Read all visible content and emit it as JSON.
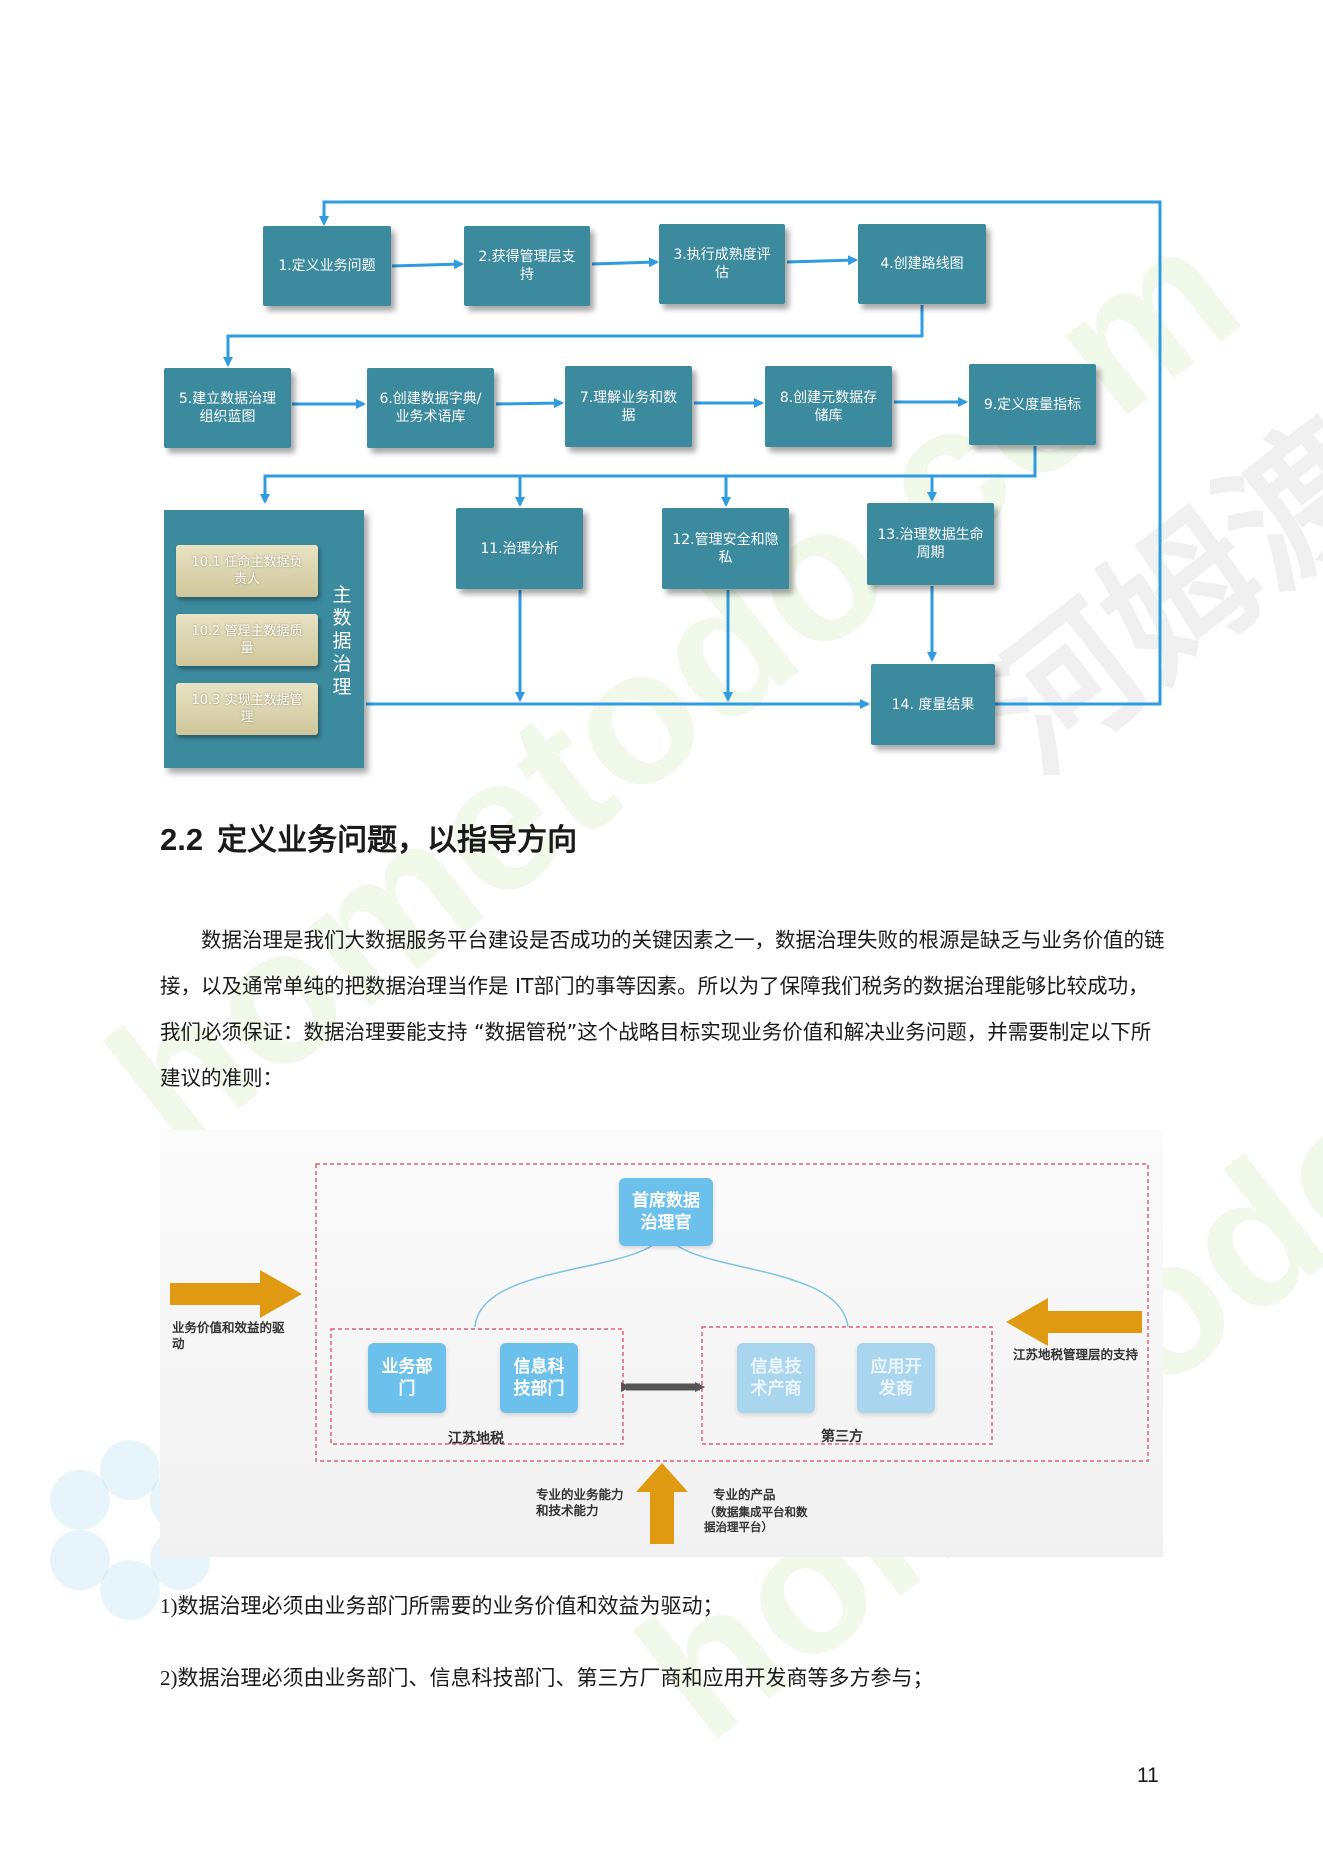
{
  "flowchart": {
    "steps": [
      {
        "id": "s1",
        "label": "1.定义业务问题"
      },
      {
        "id": "s2",
        "label": "2.获得管理层支持"
      },
      {
        "id": "s3",
        "label": "3.执行成熟度评估"
      },
      {
        "id": "s4",
        "label": "4.创建路线图"
      },
      {
        "id": "s5",
        "label": "5.建立数据治理组织蓝图"
      },
      {
        "id": "s6",
        "label": "6.创建数据字典/业务术语库"
      },
      {
        "id": "s7",
        "label": "7.理解业务和数据"
      },
      {
        "id": "s8",
        "label": "8.创建元数据存储库"
      },
      {
        "id": "s9",
        "label": "9.定义度量指标"
      },
      {
        "id": "s11",
        "label": "11.治理分析"
      },
      {
        "id": "s12",
        "label": "12.管理安全和隐私"
      },
      {
        "id": "s13",
        "label": "13.治理数据生命周期"
      },
      {
        "id": "s14",
        "label": "14. 度量结果"
      }
    ],
    "master_data": {
      "label": "主数据治理",
      "items": [
        "10.1 任命主数据负责人",
        "10.2 管理主数据质量",
        "10.3 实现主数据管理"
      ]
    }
  },
  "section": {
    "number": "2.2",
    "title": "定义业务问题，以指导方向"
  },
  "paragraph": "数据治理是我们大数据服务平台建设是否成功的关键因素之一，数据治理失败的根源是缺乏与业务价值的链接，以及通常单纯的把数据治理当作是 IT部门的事等因素。所以为了保障我们税务的数据治理能够比较成功，我们必须保证：数据治理要能支持 “数据管税”这个战略目标实现业务价值和解决业务问题，并需要制定以下所建议的准则：",
  "org_figure": {
    "top": "首席数据治理官",
    "left_group": {
      "label": "江苏地税",
      "units": [
        "业务部门",
        "信息科技部门"
      ]
    },
    "right_group": {
      "label": "第三方",
      "units": [
        "信息技术产商",
        "应用开发商"
      ]
    },
    "left_arrow_label": "业务价值和效益的驱动",
    "right_arrow_label": "江苏地税管理层的支持",
    "bottom_left_label": "专业的业务能力和技术能力",
    "bottom_right_label": "专业的产品",
    "bottom_right_note": "（数据集成平台和数据治理平台）"
  },
  "list": [
    {
      "num": "1)",
      "text": "数据治理必须由业务部门所需要的业务价值和效益为驱动；"
    },
    {
      "num": "2)",
      "text": "数据治理必须由业务部门、信息科技部门、第三方厂商和应用开发商等多方参与；"
    }
  ],
  "page_number": "11",
  "watermark": {
    "lines": [
      "hometodo.com",
      "河姆渡"
    ],
    "color": "#dff2d2"
  },
  "colors": {
    "step_box": "#3b8a9e",
    "connector": "#2f9be0",
    "sub_box": "#dcd4ad",
    "org_box": "#6cc0ec",
    "gold_arrow": "#e09a12"
  }
}
